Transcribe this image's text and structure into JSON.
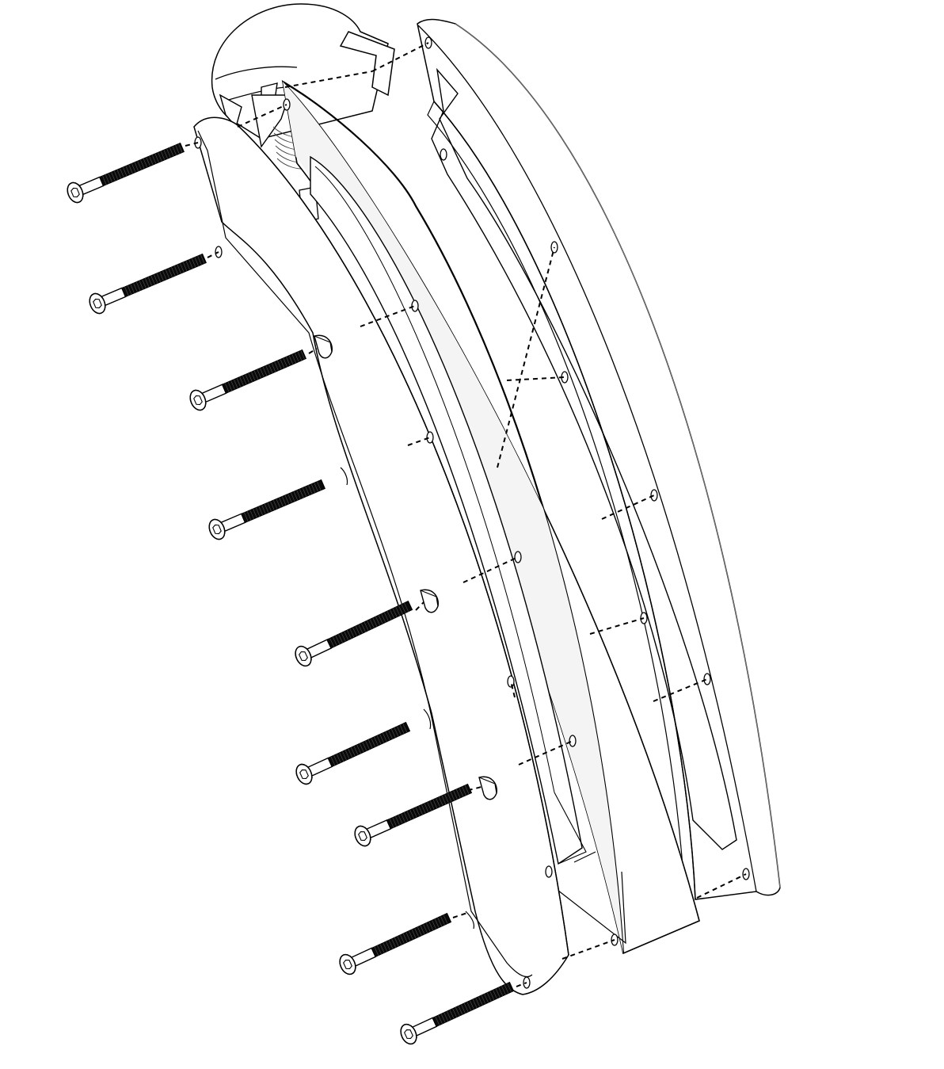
{
  "diagram": {
    "kind": "exploded-assembly",
    "parts": [
      {
        "name": "cap-screw",
        "count": 9
      },
      {
        "name": "insert-nut",
        "count": 3
      },
      {
        "name": "front-cover-plate",
        "count": 1
      },
      {
        "name": "curved-frame",
        "count": 1
      },
      {
        "name": "rear-cover-plate",
        "count": 1
      },
      {
        "name": "dome-housing",
        "count": 1
      }
    ],
    "colors": {
      "line": "#000000",
      "fill": "#ffffff",
      "thread": "#0a0a0a",
      "guide": "#000000"
    }
  }
}
